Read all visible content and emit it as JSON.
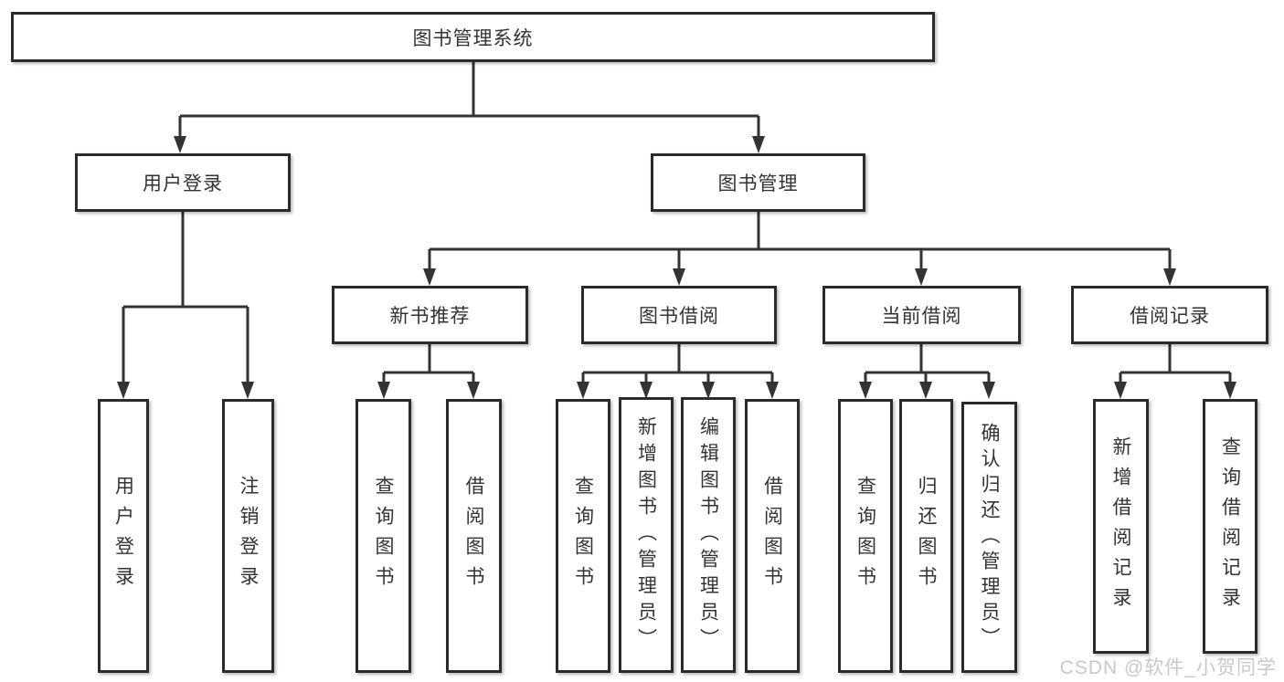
{
  "page": {
    "background": "#ffffff",
    "line_color": "#333333",
    "border_color": "#2b2b2b",
    "text_color": "#333333"
  },
  "tree": {
    "root": "图书管理系统",
    "level2": {
      "user_login": "用户登录",
      "book_mgmt": "图书管理"
    },
    "level3": {
      "new_books": "新书推荐",
      "book_borrow": "图书借阅",
      "current_borrow": "当前借阅",
      "borrow_records": "借阅记录"
    },
    "leaves": {
      "user_login": [
        "用户登录",
        "注销登录"
      ],
      "new_books": [
        "查询图书",
        "借阅图书"
      ],
      "book_borrow": [
        "查询图书",
        "新增图书（管理员）",
        "编辑图书（管理员）",
        "借阅图书"
      ],
      "current_borrow": [
        "查询图书",
        "归还图书",
        "确认归还（管理员）"
      ],
      "borrow_records": [
        "新增借阅记录",
        "查询借阅记录"
      ]
    }
  },
  "watermark": {
    "text": "CSDN @软件_小贺同学",
    "color": "#c8c8c8"
  }
}
